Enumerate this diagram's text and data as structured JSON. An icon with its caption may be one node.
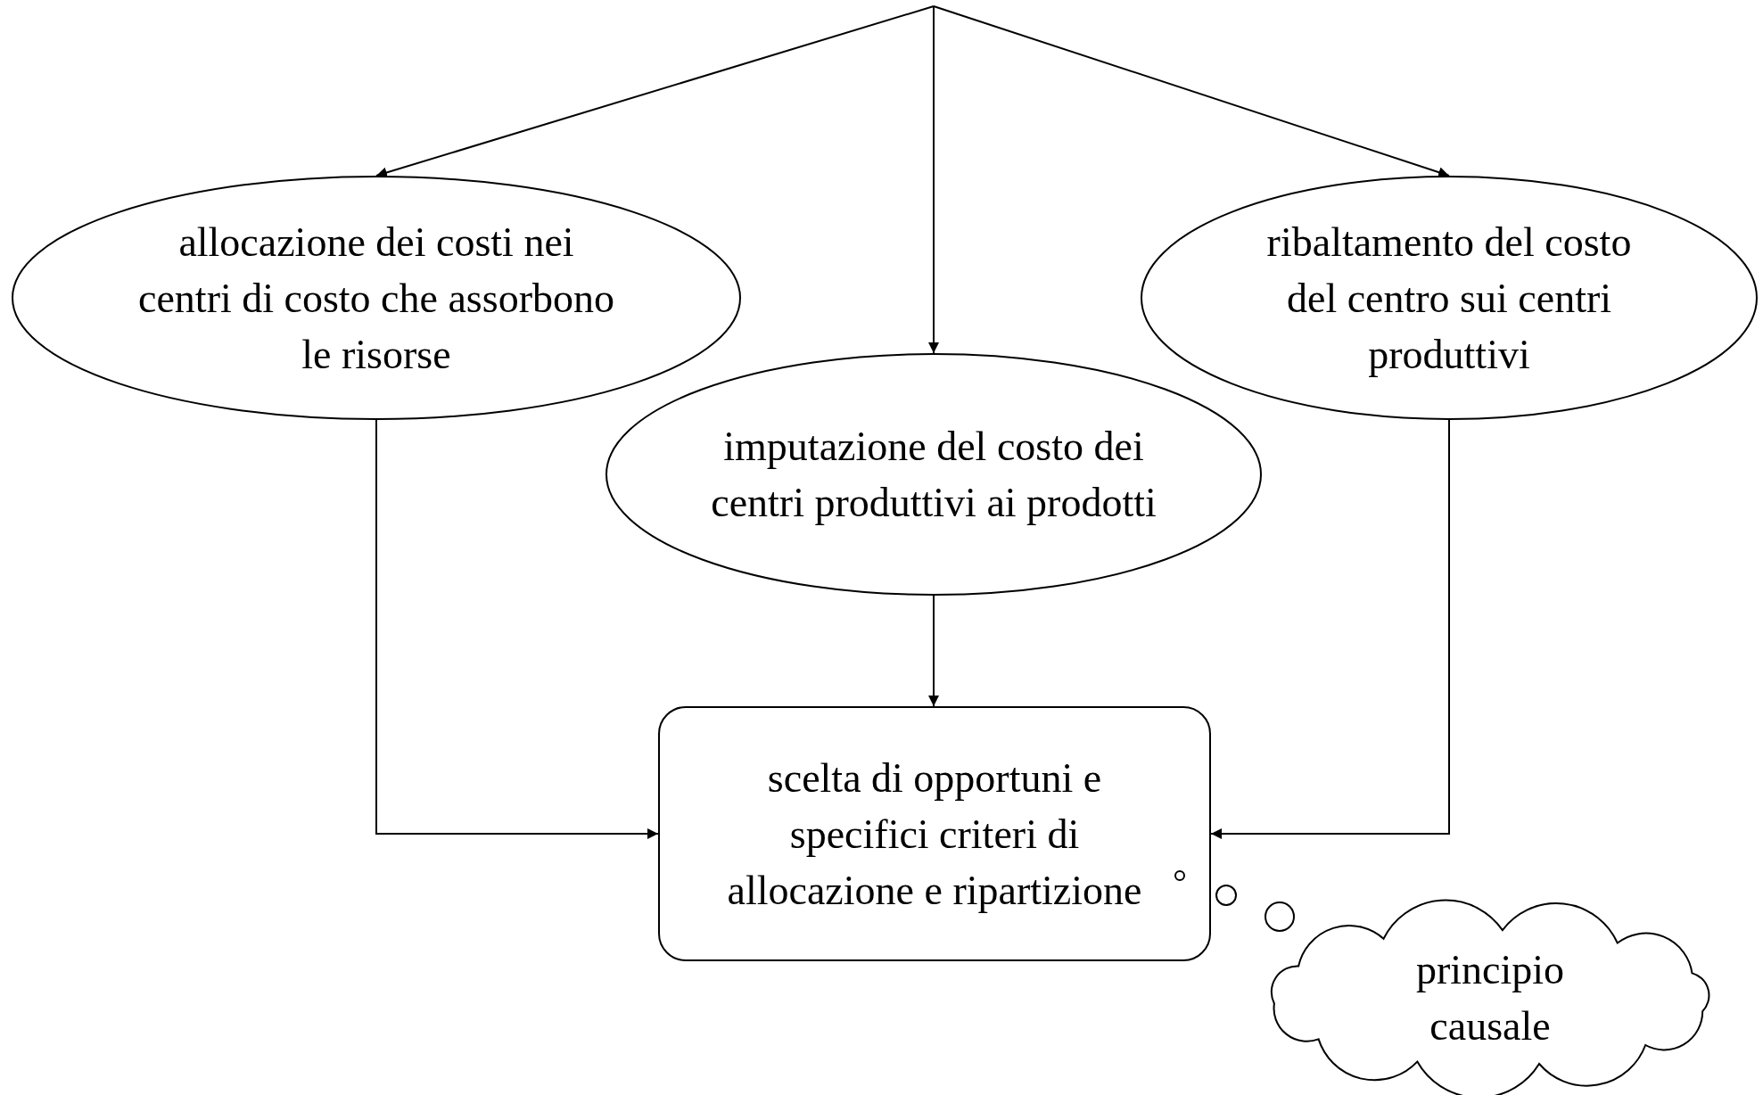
{
  "diagram": {
    "nodes": [
      {
        "text": [
          "allocazione dei costi nei centri di costo che assorbono le risorse"
        ]
      },
      {
        "text": [
          "ribaltamento del costo del centro sui centri produttivi"
        ]
      },
      {
        "text": [
          "imputazione del costo dei centri produttivi ai prodotti"
        ]
      },
      {
        "text": [
          "scelta di opportuni e specifici criteri di allocazione e ripartizione"
        ]
      },
      {
        "text": [
          "principio causale"
        ]
      }
    ],
    "edges": [
      {
        "from": null,
        "to": 0,
        "arrow": "to"
      },
      {
        "from": null,
        "to": 2,
        "arrow": "to"
      },
      {
        "from": null,
        "to": 1,
        "arrow": "to"
      },
      {
        "from": 0,
        "to": 3,
        "arrow": "to"
      },
      {
        "from": 2,
        "to": 3,
        "arrow": "to"
      },
      {
        "from": 1,
        "to": 3,
        "arrow": "to"
      }
    ]
  }
}
